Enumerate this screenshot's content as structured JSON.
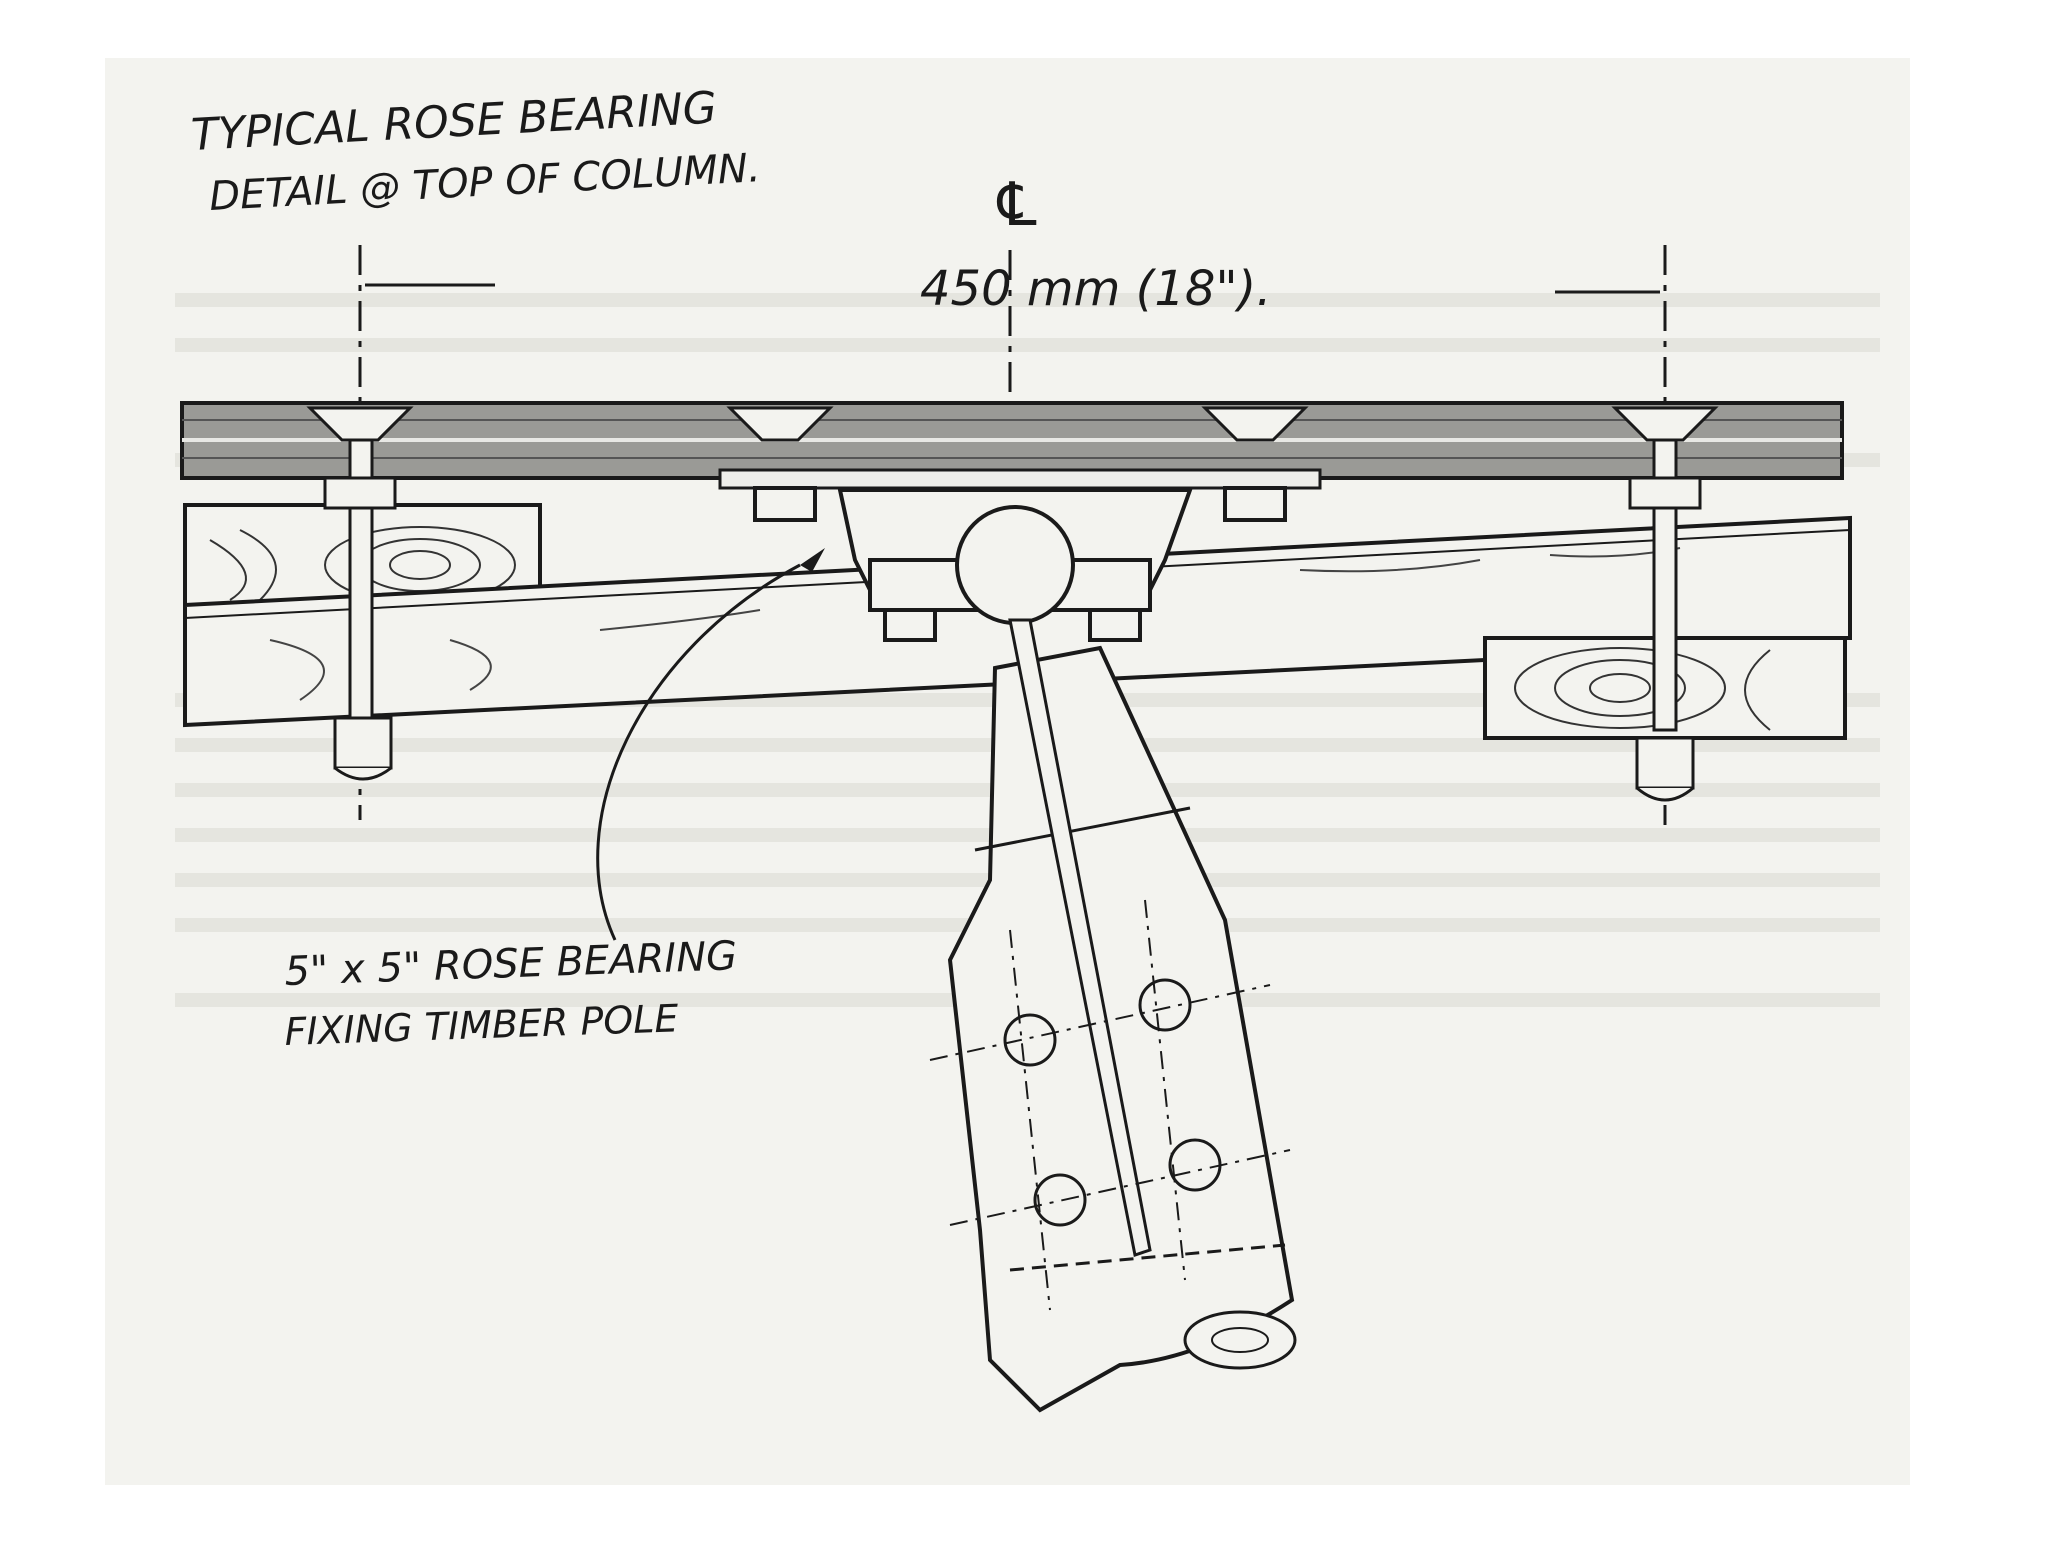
{
  "drawing": {
    "title_line1": "TYPICAL ROSE BEARING",
    "title_line2": "DETAIL @ TOP OF COLUMN.",
    "centerline_symbol": "℄",
    "dimension": "450 mm (18\").",
    "callout_line1": "5\" x 5\" ROSE BEARING",
    "callout_line2": "FIXING TIMBER POLE"
  },
  "colors": {
    "page": "#ffffff",
    "paper": "#f3f3ef",
    "ink": "#1a1a1a",
    "ghost_text": "#d9d9d4"
  }
}
